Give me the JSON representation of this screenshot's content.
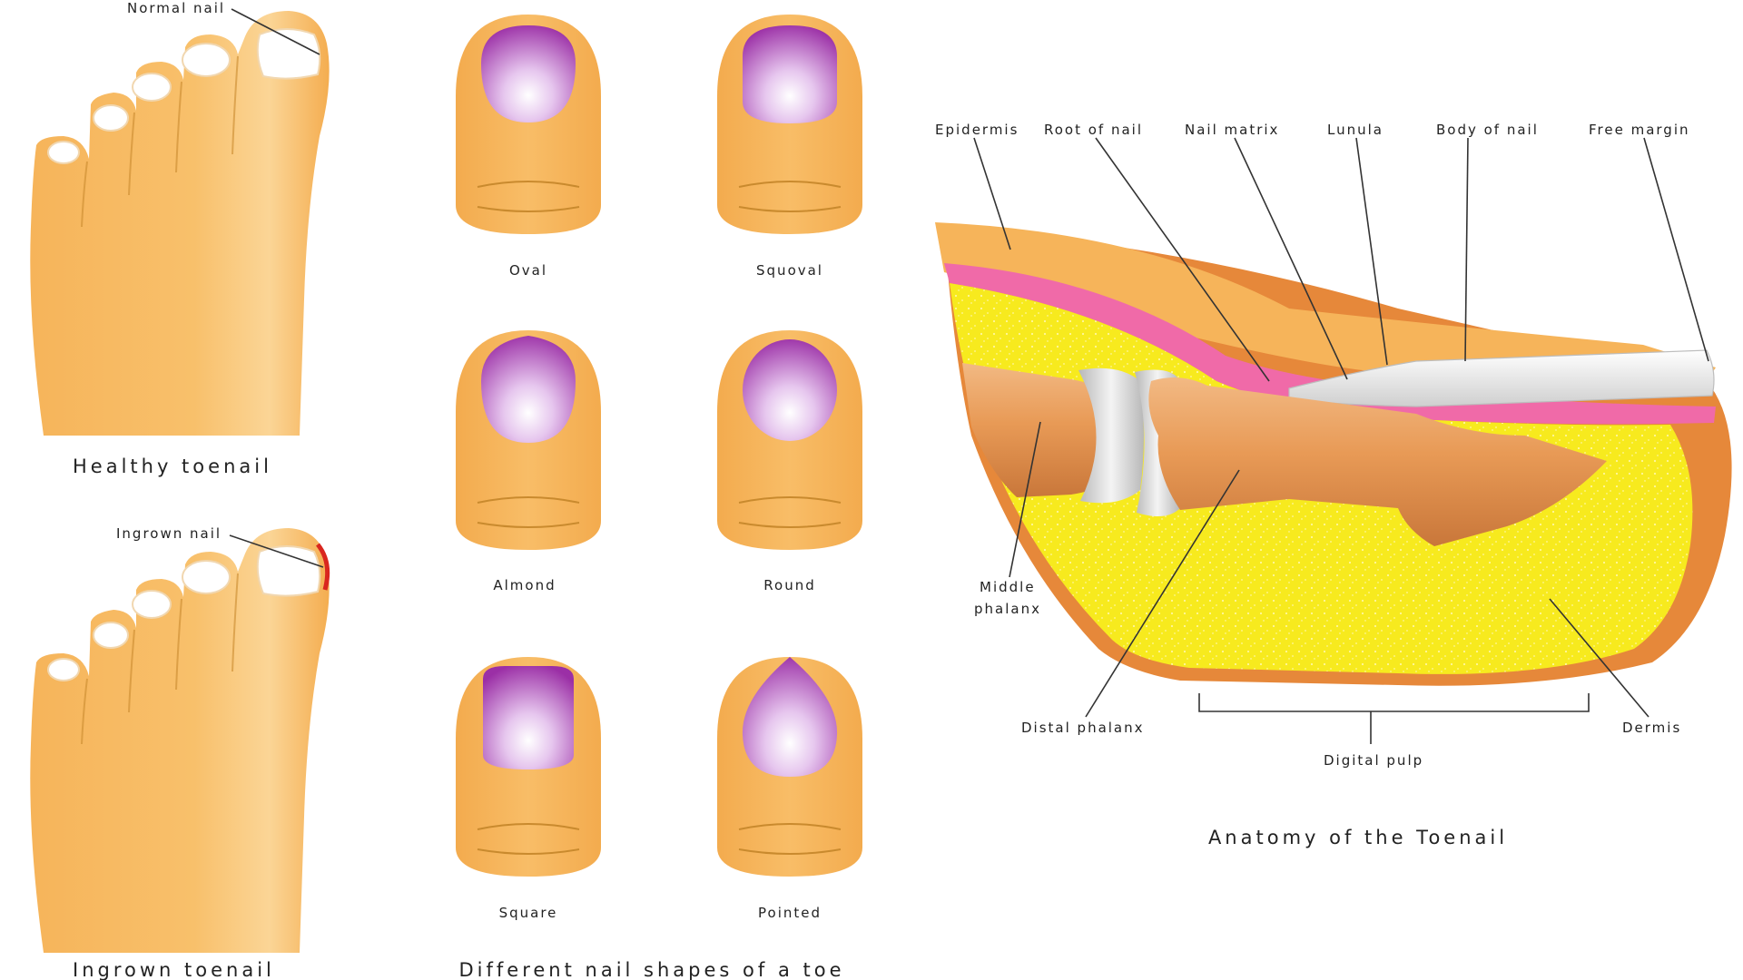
{
  "colors": {
    "skin": "#f6b45a",
    "skin_light": "#fbd28e",
    "nail_purple": "#9b2fa6",
    "pink": "#f06aa8",
    "pulp_yellow": "#f7ea1e",
    "bone": "#e89a56",
    "nail_white": "#ececec",
    "ingrown_red": "#d9261e"
  },
  "feet": {
    "healthy": {
      "callout": "Normal nail",
      "caption": "Healthy toenail"
    },
    "ingrown": {
      "callout": "Ingrown nail",
      "caption": "Ingrown toenail"
    }
  },
  "shapes": {
    "caption": "Different nail shapes of a toe",
    "items": [
      {
        "label": "Oval"
      },
      {
        "label": "Squoval"
      },
      {
        "label": "Almond"
      },
      {
        "label": "Round"
      },
      {
        "label": "Square"
      },
      {
        "label": "Pointed"
      }
    ]
  },
  "anatomy": {
    "caption": "Anatomy of the Toenail",
    "labels": {
      "epidermis": "Epidermis",
      "root_of_nail": "Root of nail",
      "nail_matrix": "Nail matrix",
      "lunula": "Lunula",
      "body_of_nail": "Body of nail",
      "free_margin": "Free margin",
      "middle_phalanx_1": "Middle",
      "middle_phalanx_2": "phalanx",
      "distal_phalanx": "Distal phalanx",
      "digital_pulp": "Digital pulp",
      "dermis": "Dermis"
    }
  }
}
